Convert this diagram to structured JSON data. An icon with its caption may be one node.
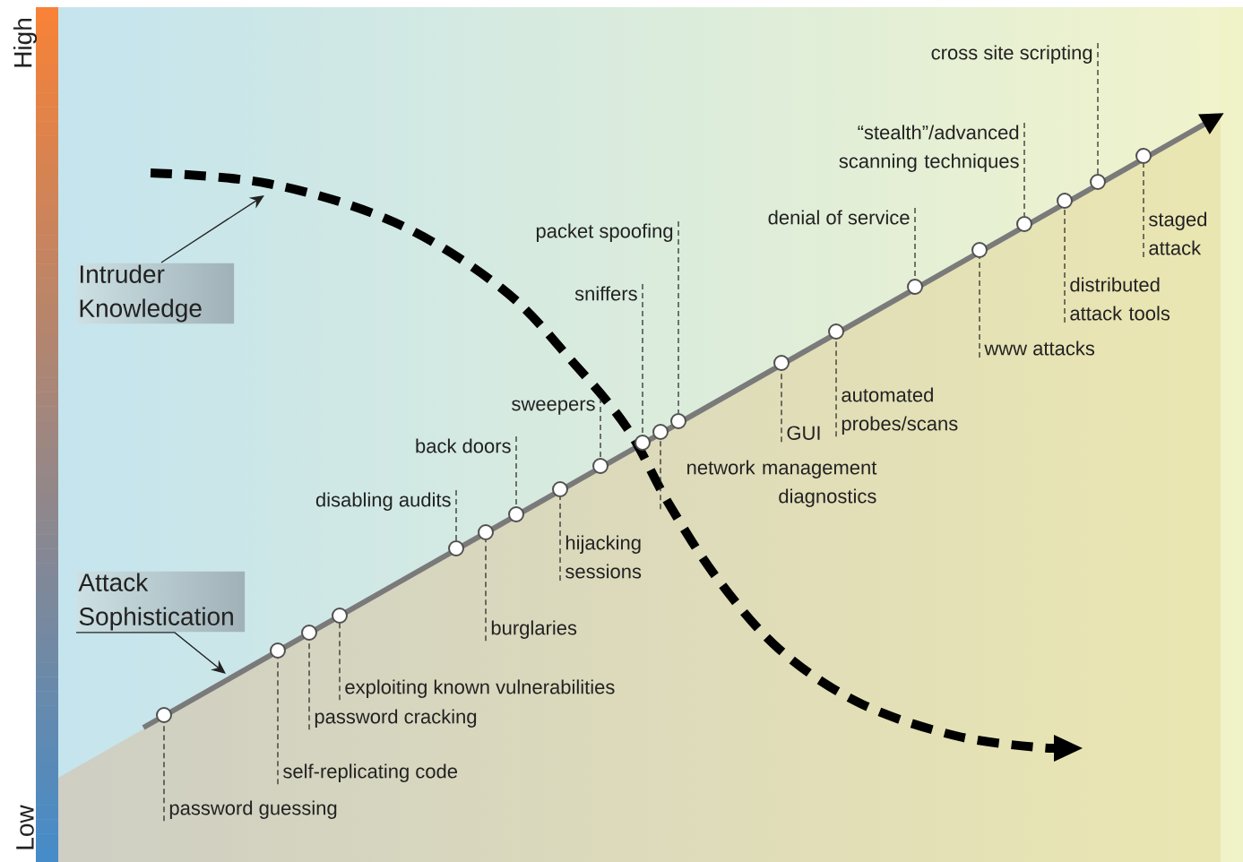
{
  "diagram": {
    "nodes": [
      {
        "text": [
          "password guessing"
        ]
      },
      {
        "text": [
          "self-replicating code"
        ]
      },
      {
        "text": [
          "password cracking"
        ]
      },
      {
        "text": [
          "exploiting known vulnerabilities"
        ]
      },
      {
        "text": [
          "disabling audits"
        ]
      },
      {
        "text": [
          "burglaries"
        ]
      },
      {
        "text": [
          "back doors"
        ]
      },
      {
        "text": [
          "hijacking sessions"
        ]
      },
      {
        "text": [
          "sweepers"
        ]
      },
      {
        "text": [
          "sniffers"
        ]
      },
      {
        "text": [
          "network management diagnostics"
        ]
      },
      {
        "text": [
          "packet spoofing"
        ]
      },
      {
        "text": [
          "GUI"
        ]
      },
      {
        "text": [
          "automated probes/scans"
        ]
      },
      {
        "text": [
          "denial of service"
        ]
      },
      {
        "text": [
          "www attacks"
        ]
      },
      {
        "text": [
          "“stealth”/advanced scanning techniques"
        ]
      },
      {
        "text": [
          "distributed attack tools"
        ]
      },
      {
        "text": [
          "cross site scripting"
        ]
      },
      {
        "text": [
          "staged attack"
        ]
      },
      {
        "text": [],
        "shape": "circle"
      },
      {
        "text": [],
        "shape": "circle"
      },
      {
        "text": [],
        "shape": "circle"
      },
      {
        "text": [],
        "shape": "circle"
      },
      {
        "text": [],
        "shape": "circle"
      },
      {
        "text": [],
        "shape": "circle"
      },
      {
        "text": [],
        "shape": "circle"
      },
      {
        "text": [],
        "shape": "circle"
      },
      {
        "text": [],
        "shape": "circle"
      },
      {
        "text": [],
        "shape": "circle"
      },
      {
        "text": [],
        "shape": "circle"
      },
      {
        "text": [],
        "shape": "circle"
      },
      {
        "text": [],
        "shape": "circle"
      },
      {
        "text": [],
        "shape": "circle"
      },
      {
        "text": [],
        "shape": "circle"
      },
      {
        "text": [],
        "shape": "circle"
      },
      {
        "text": [],
        "shape": "circle"
      },
      {
        "text": [],
        "shape": "circle"
      },
      {
        "text": [],
        "shape": "circle"
      },
      {
        "text": [],
        "shape": "circle"
      },
      {
        "text": [
          "Intruder Knowledge"
        ]
      },
      {
        "text": [
          "Attack Sophistication"
        ]
      }
    ],
    "edges": [
      {
        "from": 0,
        "to": 20,
        "arrow": "none",
        "style": "dashed"
      },
      {
        "from": 1,
        "to": 21,
        "arrow": "none",
        "style": "dashed"
      },
      {
        "from": 2,
        "to": 22,
        "arrow": "none",
        "style": "dashed"
      },
      {
        "from": 3,
        "to": 23,
        "arrow": "none",
        "style": "dashed"
      },
      {
        "from": 4,
        "to": 24,
        "arrow": "none",
        "style": "dashed"
      },
      {
        "from": 5,
        "to": 25,
        "arrow": "none",
        "style": "dashed"
      },
      {
        "from": 6,
        "to": 26,
        "arrow": "none",
        "style": "dashed"
      },
      {
        "from": 7,
        "to": 27,
        "arrow": "none",
        "style": "dashed"
      },
      {
        "from": 8,
        "to": 28,
        "arrow": "none",
        "style": "dashed"
      },
      {
        "from": 9,
        "to": 29,
        "arrow": "none",
        "style": "dashed"
      },
      {
        "from": 10,
        "to": 30,
        "arrow": "none",
        "style": "dashed"
      },
      {
        "from": 11,
        "to": 31,
        "arrow": "none",
        "style": "dashed"
      },
      {
        "from": 12,
        "to": 32,
        "arrow": "none",
        "style": "dashed"
      },
      {
        "from": 13,
        "to": 33,
        "arrow": "none",
        "style": "dashed"
      },
      {
        "from": 14,
        "to": 34,
        "arrow": "none",
        "style": "dashed"
      },
      {
        "from": 15,
        "to": 35,
        "arrow": "none",
        "style": "dashed"
      },
      {
        "from": 16,
        "to": 36,
        "arrow": "none",
        "style": "dashed"
      },
      {
        "from": 17,
        "to": 37,
        "arrow": "none",
        "style": "dashed"
      },
      {
        "from": 18,
        "to": 38,
        "arrow": "none",
        "style": "dashed"
      },
      {
        "from": 19,
        "to": 39,
        "arrow": "none",
        "style": "dashed"
      },
      {
        "from": 40,
        "to": null,
        "arrow": "to"
      },
      {
        "from": 41,
        "to": null,
        "arrow": "to"
      }
    ],
    "labels": [
      "High",
      "Low"
    ]
  }
}
